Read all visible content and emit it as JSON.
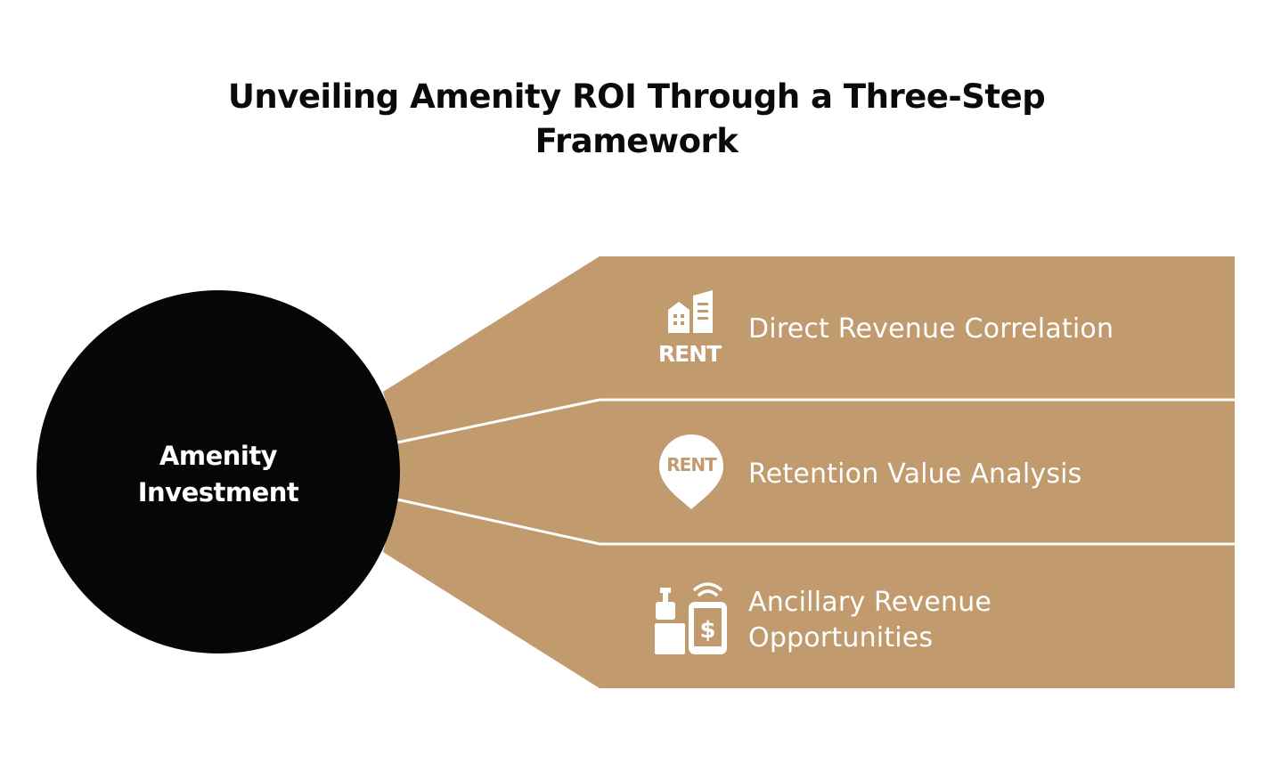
{
  "title": {
    "line1": "Unveiling Amenity ROI Through a Three-Step",
    "line2": "Framework"
  },
  "hub": {
    "line1": "Amenity",
    "line2": "Investment"
  },
  "steps": [
    {
      "label": "Direct Revenue Correlation",
      "icon": "building-rent-icon",
      "icon_text": "RENT"
    },
    {
      "label": "Retention Value Analysis",
      "icon": "rent-location-pin-icon",
      "icon_text": "RENT"
    },
    {
      "label_line1": "Ancillary Revenue",
      "label_line2": "Opportunities",
      "icon": "mobile-payment-icon",
      "icon_text": "$"
    }
  ],
  "colors": {
    "band": "#c19a6e",
    "hub": "#060606",
    "text_dark": "#0a0a0a",
    "text_light": "#ffffff",
    "divider": "#ffffff"
  }
}
